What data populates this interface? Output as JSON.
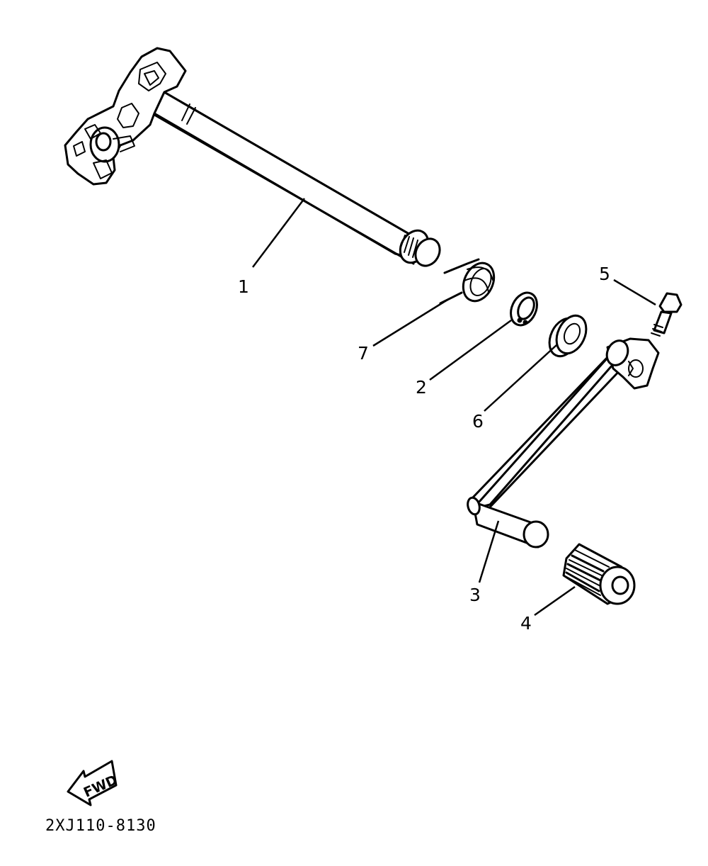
{
  "callouts": {
    "c1": "1",
    "c2": "2",
    "c3": "3",
    "c4": "4",
    "c5": "5",
    "c6": "6",
    "c7": "7"
  },
  "fwd_label": "FWD",
  "diagram_code": "2XJ110-8130",
  "colors": {
    "ink": "#000000",
    "paper": "#ffffff"
  }
}
